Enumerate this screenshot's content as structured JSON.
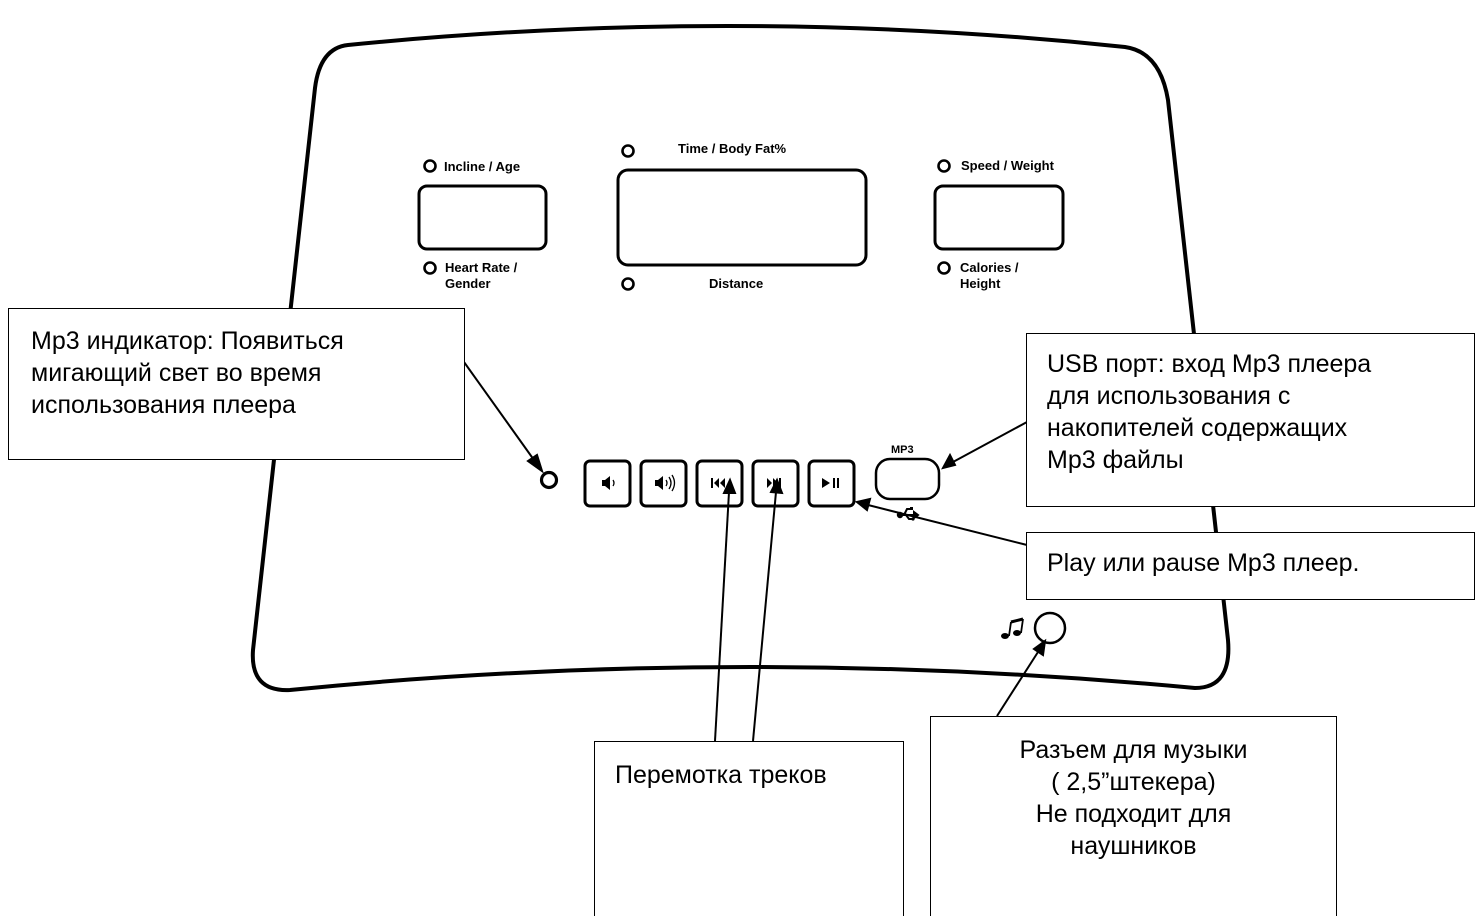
{
  "panel": {
    "display_left": {
      "top_label": "Incline / Age",
      "bottom_label": "Heart Rate /\nGender"
    },
    "display_center": {
      "top_label": "Time / Body Fat%",
      "bottom_label": "Distance"
    },
    "display_right": {
      "top_label": "Speed / Weight",
      "bottom_label": "Calories /\nHeight"
    },
    "usb_label": "MP3",
    "buttons": [
      {
        "name": "volume-down-button",
        "icon": "volume-low-icon"
      },
      {
        "name": "volume-up-button",
        "icon": "volume-high-icon"
      },
      {
        "name": "previous-track-button",
        "icon": "skip-back-icon"
      },
      {
        "name": "next-track-button",
        "icon": "skip-forward-icon"
      },
      {
        "name": "play-pause-button",
        "icon": "play-pause-icon"
      }
    ]
  },
  "callouts": {
    "mp3_indicator": "Mp3 индикатор: Появиться\nмигающий свет во время\nиспользования плеера",
    "usb_port": "USB порт: вход Mp3 плеера\nдля использования с\nнакопителей содержащих\nMp3 файлы",
    "play_pause": "Play или pause Mp3 плеер.",
    "track_rewind": "Перемотка треков",
    "music_jack": "Разъем для музыки\n( 2,5”штекера)\nНе подходит для\nнаушников"
  }
}
